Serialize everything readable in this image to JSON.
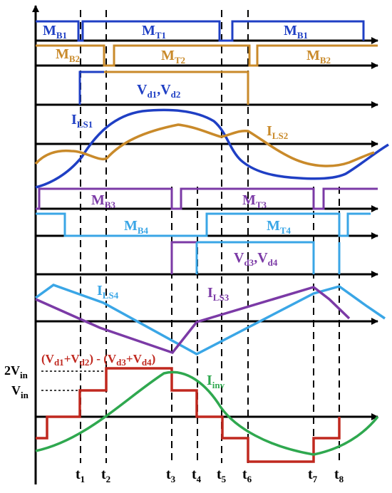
{
  "colors": {
    "blue": "#1f3fc4",
    "orange": "#c98a2a",
    "purple": "#7b3aa6",
    "lightblue": "#3aa6e6",
    "red": "#c0281f",
    "green": "#2fa84f",
    "black": "#000000"
  },
  "labels": {
    "mb1_left": {
      "main": "M",
      "sub": "B1"
    },
    "mt1": {
      "main": "M",
      "sub": "T1"
    },
    "mb1_right": {
      "main": "M",
      "sub": "B1"
    },
    "mb2_left": {
      "main": "M",
      "sub": "B2"
    },
    "mt2": {
      "main": "M",
      "sub": "T2"
    },
    "mb2_right": {
      "main": "M",
      "sub": "B2"
    },
    "vd12": {
      "a": "V",
      "a_sub": "d1",
      "sep": ",",
      "b": "V",
      "b_sub": "d2"
    },
    "ils1": {
      "main": "I",
      "sub": "LS1"
    },
    "ils2": {
      "main": "I",
      "sub": "LS2"
    },
    "mb3": {
      "main": "M",
      "sub": "B3"
    },
    "mt3": {
      "main": "M",
      "sub": "T3"
    },
    "mb4": {
      "main": "M",
      "sub": "B4"
    },
    "mt4": {
      "main": "M",
      "sub": "T4"
    },
    "vd34": {
      "a": "V",
      "a_sub": "d3",
      "sep": ",",
      "b": "V",
      "b_sub": "d4"
    },
    "ils4": {
      "main": "I",
      "sub": "LS4"
    },
    "ils3": {
      "main": "I",
      "sub": "LS3"
    },
    "iinv": {
      "main": "I",
      "sub": "inv"
    },
    "vexpr": {
      "p1": "(V",
      "s1": "d1",
      "p2": "+V",
      "s2": "d2",
      "p3": ") - (V",
      "s3": "d3",
      "p4": "+V",
      "s4": "d4",
      "p5": ")"
    },
    "two_vin": {
      "main": "2V",
      "sub": "in"
    },
    "vin": {
      "main": "V",
      "sub": "in"
    }
  },
  "time_marks": [
    {
      "main": "t",
      "sub": "1"
    },
    {
      "main": "t",
      "sub": "2"
    },
    {
      "main": "t",
      "sub": "3"
    },
    {
      "main": "t",
      "sub": "4"
    },
    {
      "main": "t",
      "sub": "5"
    },
    {
      "main": "t",
      "sub": "6"
    },
    {
      "main": "t",
      "sub": "7"
    },
    {
      "main": "t",
      "sub": "8"
    }
  ]
}
